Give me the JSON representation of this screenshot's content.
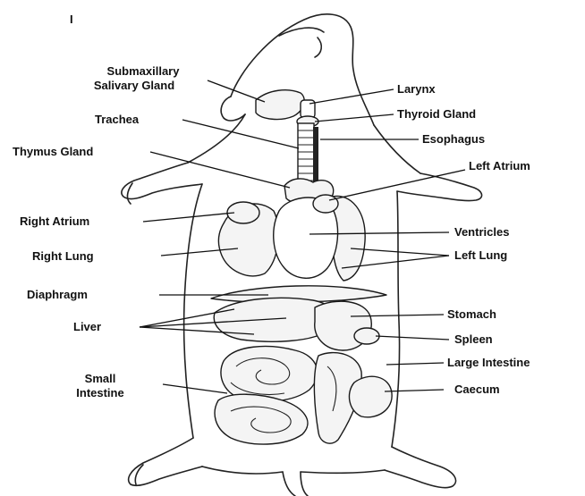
{
  "labels": {
    "submaxillary_line1": "Submaxillary",
    "submaxillary_line2": "Salivary Gland",
    "trachea": "Trachea",
    "thymus": "Thymus Gland",
    "right_atrium": "Right Atrium",
    "right_lung": "Right Lung",
    "diaphragm": "Diaphragm",
    "liver": "Liver",
    "small_intestine_line1": "Small",
    "small_intestine_line2": "Intestine",
    "larynx": "Larynx",
    "thyroid": "Thyroid Gland",
    "esophagus": "Esophagus",
    "left_atrium": "Left Atrium",
    "ventricles": "Ventricles",
    "left_lung": "Left Lung",
    "stomach": "Stomach",
    "spleen": "Spleen",
    "large_intestine": "Large Intestine",
    "caecum": "Caecum",
    "corner_mark": "I"
  }
}
